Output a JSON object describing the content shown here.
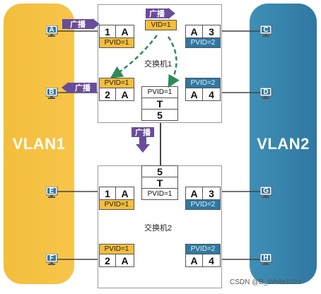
{
  "vlans": {
    "left": "VLAN1",
    "right": "VLAN2"
  },
  "hosts": {
    "a": "A",
    "b": "B",
    "c": "C",
    "d": "D",
    "e": "E",
    "f": "F",
    "g": "G",
    "h": "H"
  },
  "switch1": {
    "label": "交换机1",
    "ports": {
      "p1": {
        "num": "1",
        "type": "A",
        "pvid": "PVID=1"
      },
      "p2": {
        "num": "2",
        "type": "A",
        "pvid": "PVID=1"
      },
      "p3": {
        "num": "3",
        "type": "A",
        "pvid": "PVID=2"
      },
      "p4": {
        "num": "4",
        "type": "A",
        "pvid": "PVID=2"
      },
      "p5": {
        "num": "5",
        "type": "T",
        "pvid": "PVID=1"
      }
    }
  },
  "switch2": {
    "label": "交换机2",
    "ports": {
      "p1": {
        "num": "1",
        "type": "A",
        "pvid": "PVID=1"
      },
      "p2": {
        "num": "2",
        "type": "A",
        "pvid": "PVID=1"
      },
      "p3": {
        "num": "3",
        "type": "A",
        "pvid": "PVID=2"
      },
      "p4": {
        "num": "4",
        "type": "A",
        "pvid": "PVID=2"
      },
      "p5": {
        "num": "5",
        "type": "T",
        "pvid": "PVID=1"
      }
    }
  },
  "broadcast": {
    "label": "广播",
    "vid_tag": "VID=1"
  },
  "watermark": "CSDN @B_White1024",
  "colors": {
    "vlan1": "#f4be3c",
    "vlan2": "#2f78a3",
    "broadcast": "#6a4c9c",
    "arrow": "#2e8b57"
  }
}
